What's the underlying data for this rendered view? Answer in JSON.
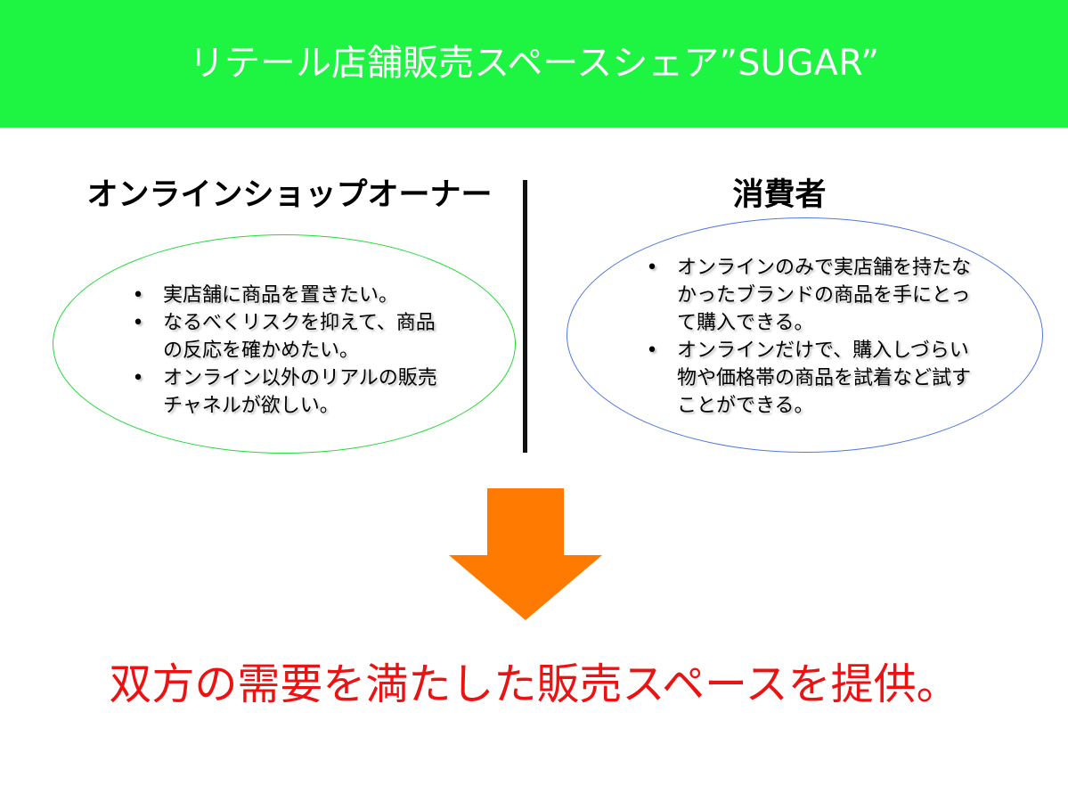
{
  "header": {
    "title": "リテール店舗販売スペースシェア”SUGAR”",
    "bg_color": "#1ef543"
  },
  "left": {
    "title": "オンラインショップオーナー",
    "border_color": "#26d93a",
    "items": [
      "実店舗に商品を置きたい。",
      "なるべくリスクを抑えて、商品の反応を確かめたい。",
      "オンライン以外のリアルの販売チャネルが欲しい。"
    ]
  },
  "right": {
    "title": "消費者",
    "border_color": "#4f7ae0",
    "items": [
      "オンラインのみで実店舗を持たなかったブランドの商品を手にとって購入できる。",
      "オンラインだけで、購入しづらい物や価格帯の商品を試着など試すことができる。"
    ]
  },
  "bullet": "•",
  "arrow": {
    "icon": "down-arrow-icon",
    "color": "#ff7a00"
  },
  "conclusion": {
    "text": "双方の需要を満たした販売スペースを提供。",
    "color": "#ee1111"
  }
}
